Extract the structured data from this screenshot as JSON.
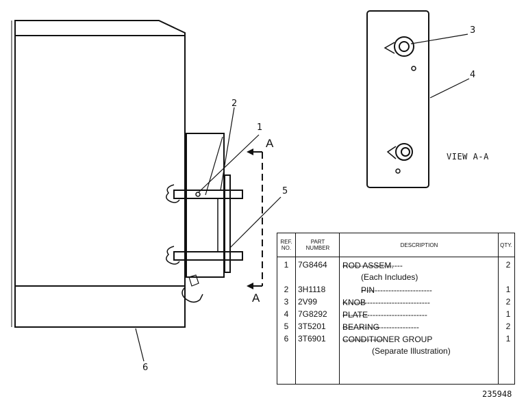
{
  "callouts": {
    "c1": "1",
    "c2": "2",
    "c3": "3",
    "c4": "4",
    "c5": "5",
    "c6": "6"
  },
  "section": {
    "top": "A",
    "bottom": "A"
  },
  "view_label": "VIEW A-A",
  "figure_number": "235948",
  "table": {
    "headers": {
      "ref": "REF.\nNO.",
      "part": "PART\nNUMBER",
      "desc": "DESCRIPTION",
      "qty": "QTY."
    },
    "rows": [
      {
        "ref": "1",
        "part": "7G8464",
        "desc": "ROD ASSEM.",
        "qty": "2"
      },
      {
        "ref": "",
        "part": "",
        "desc": "(Each Includes)",
        "qty": ""
      },
      {
        "ref": "2",
        "part": "3H1118",
        "desc": "PIN",
        "qty": "1"
      },
      {
        "ref": "3",
        "part": "2V99",
        "desc": "KNOB",
        "qty": "2"
      },
      {
        "ref": "4",
        "part": "7G8292",
        "desc": "PLATE",
        "qty": "1"
      },
      {
        "ref": "5",
        "part": "3T5201",
        "desc": "BEARING",
        "qty": "2"
      },
      {
        "ref": "6",
        "part": "3T6901",
        "desc": "CONDITIONER GROUP",
        "qty": "1"
      },
      {
        "ref": "",
        "part": "",
        "desc": "(Separate Illustration)",
        "qty": ""
      }
    ]
  }
}
